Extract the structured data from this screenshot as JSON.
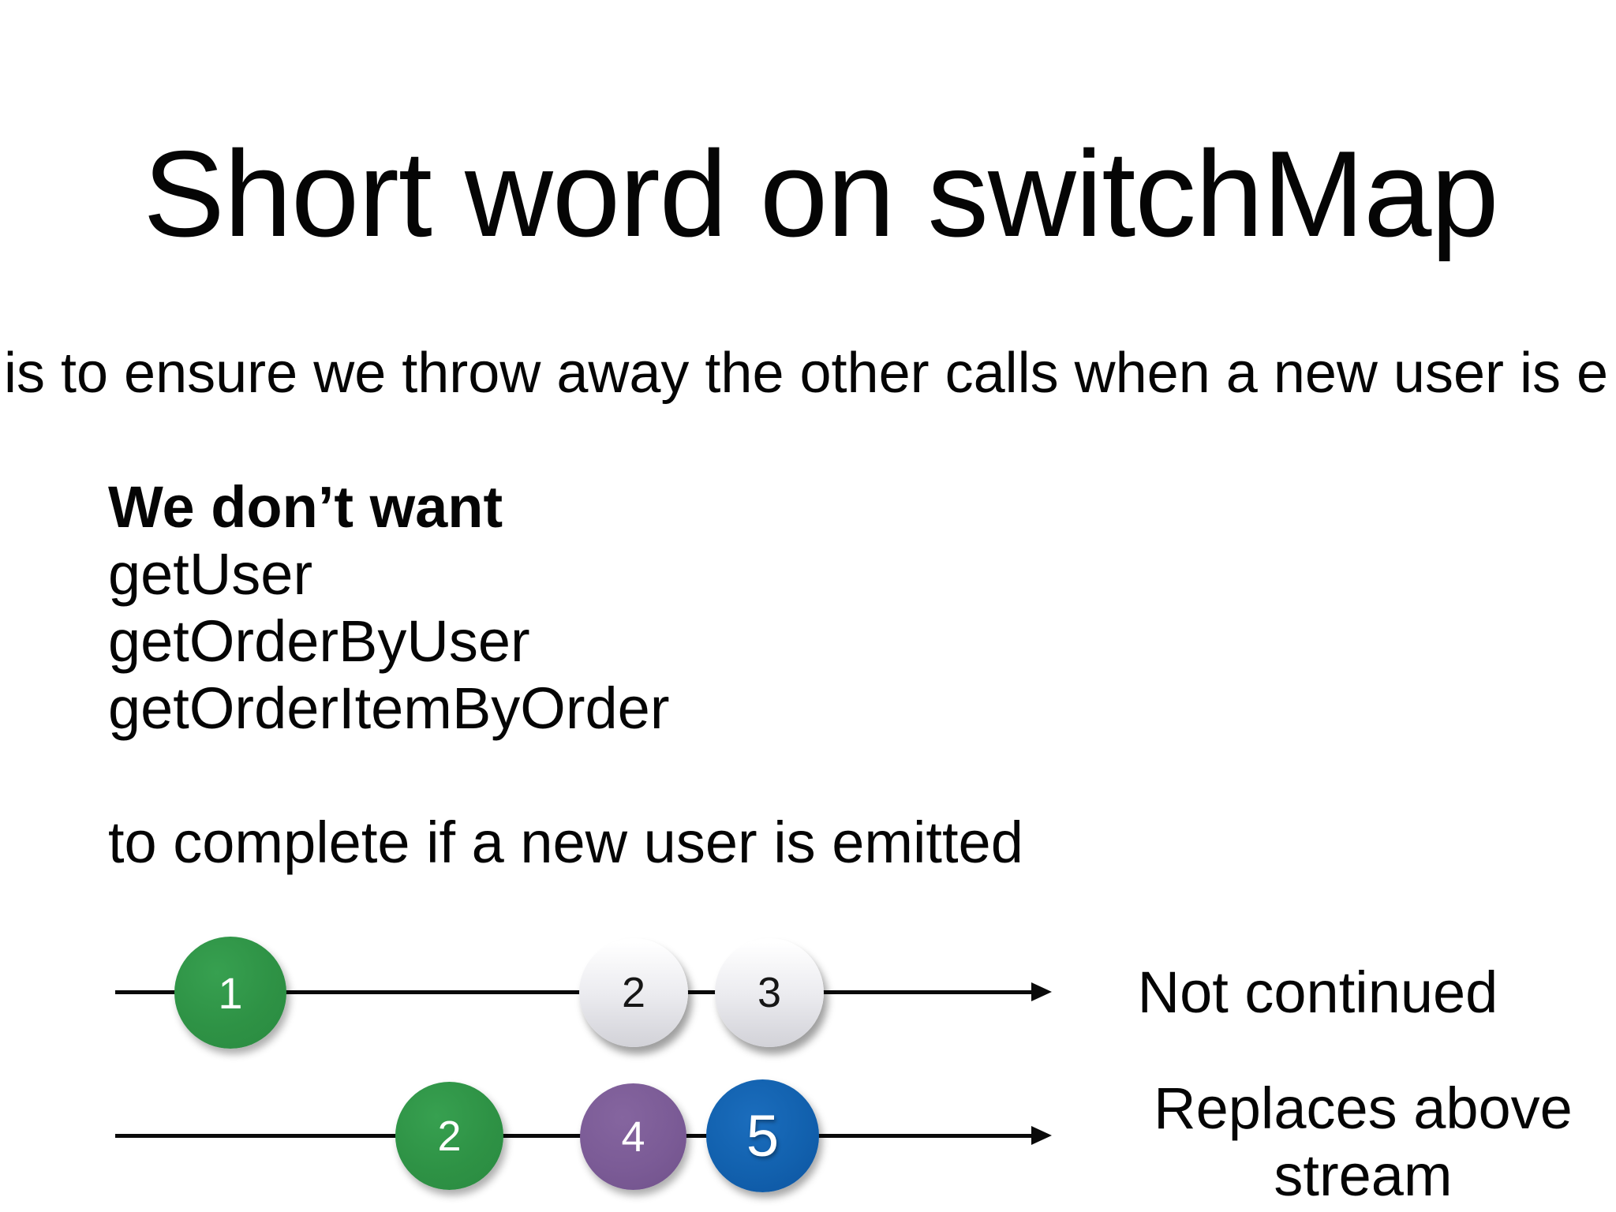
{
  "slide": {
    "title": "Short word on switchMap",
    "intro_line": "is to ensure we throw away the other calls when a new user is e",
    "body": {
      "heading": "We don’t want",
      "calls": [
        "getUser",
        "getOrderByUser",
        "getOrderItemByOrder"
      ],
      "footer": "to complete if a new user is emitted"
    },
    "colors": {
      "marble_green": "#2E9245",
      "marble_gray": "#E0E0E4",
      "marble_purple": "#7B5B96",
      "marble_blue": "#1261AE",
      "stream_line": "#0A0A0A",
      "text": "#050505"
    },
    "streams": [
      {
        "label": "Not continued",
        "marbles": [
          {
            "value": "1",
            "color": "green"
          },
          {
            "value": "2",
            "color": "gray"
          },
          {
            "value": "3",
            "color": "gray"
          }
        ]
      },
      {
        "label": "Replaces above stream",
        "marbles": [
          {
            "value": "2",
            "color": "green"
          },
          {
            "value": "4",
            "color": "purple"
          },
          {
            "value": "5",
            "color": "blue"
          }
        ]
      }
    ]
  }
}
